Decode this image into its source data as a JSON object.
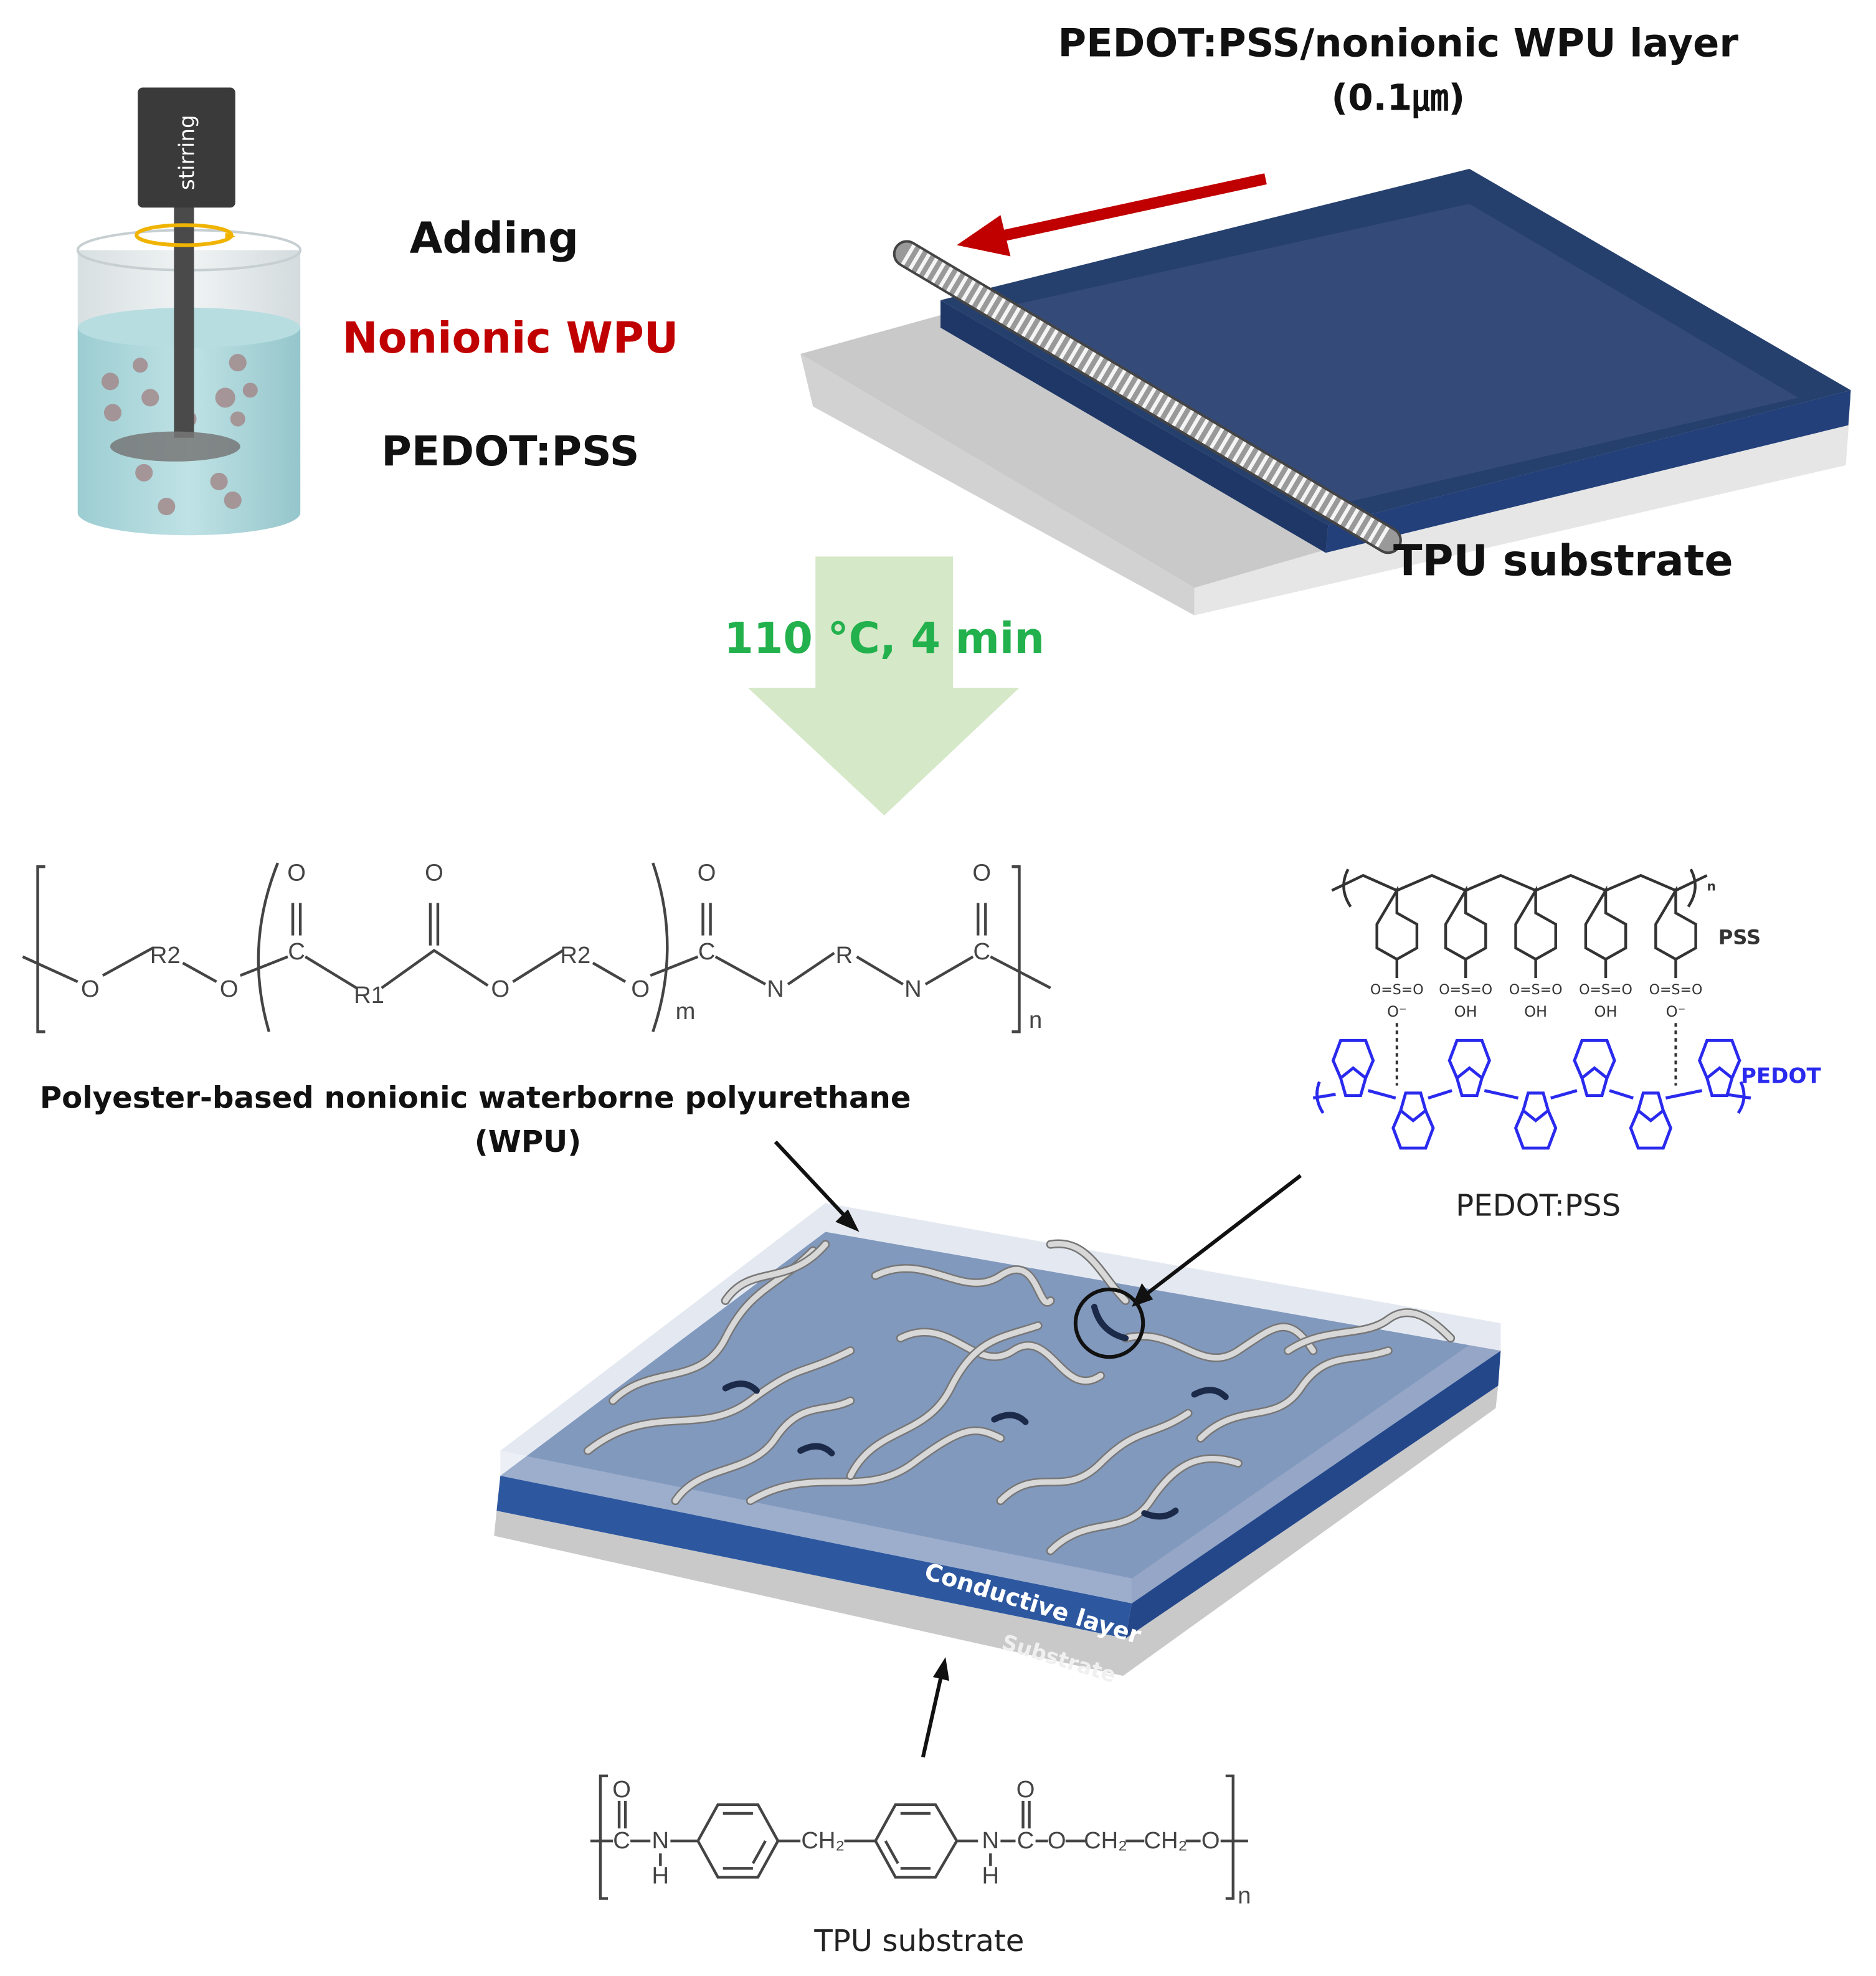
{
  "title": {
    "line1": "PEDOT:PSS/nonionic WPU layer",
    "line2": "(0.1㎛)"
  },
  "mixing": {
    "stirrer_label": "stirring",
    "adding": "Adding",
    "nonionic_wpu": "Nonionic WPU",
    "pedot_pss": "PEDOT:PSS"
  },
  "coating": {
    "substrate_label": "TPU substrate"
  },
  "process": {
    "condition": "110 °C, 4 min"
  },
  "wpu_structure": {
    "atoms": [
      "O",
      "R2",
      "O",
      "C",
      "O",
      "R1",
      "O",
      "O",
      "R2",
      "O",
      "C",
      "O",
      "N",
      "R",
      "N",
      "C",
      "O"
    ],
    "sub_m": "m",
    "sub_n": "n",
    "caption_line1": "Polyester-based nonionic waterborne polyurethane",
    "caption_line2": "(WPU)"
  },
  "pedot_pss_structure": {
    "pss_label": "PSS",
    "pedot_label": "PEDOT",
    "groups": [
      "O⁻",
      "OH",
      "OH",
      "OH",
      "O⁻"
    ],
    "caption": "PEDOT:PSS"
  },
  "film": {
    "conductive_layer": "Conductive layer",
    "substrate": "Substrate"
  },
  "tpu_structure": {
    "atoms": [
      "C",
      "O",
      "N",
      "H",
      "CH₂",
      "N",
      "H",
      "C",
      "O",
      "O",
      "CH₂",
      "CH₂",
      "O"
    ],
    "sub_n": "n",
    "caption": "TPU substrate"
  },
  "colors": {
    "red_text": "#c00000",
    "green_text": "#22b14c",
    "pedot_blue": "#2a2aee",
    "layer_blue": "#2d4f8e",
    "process_arrow": "#d5e8c8"
  }
}
